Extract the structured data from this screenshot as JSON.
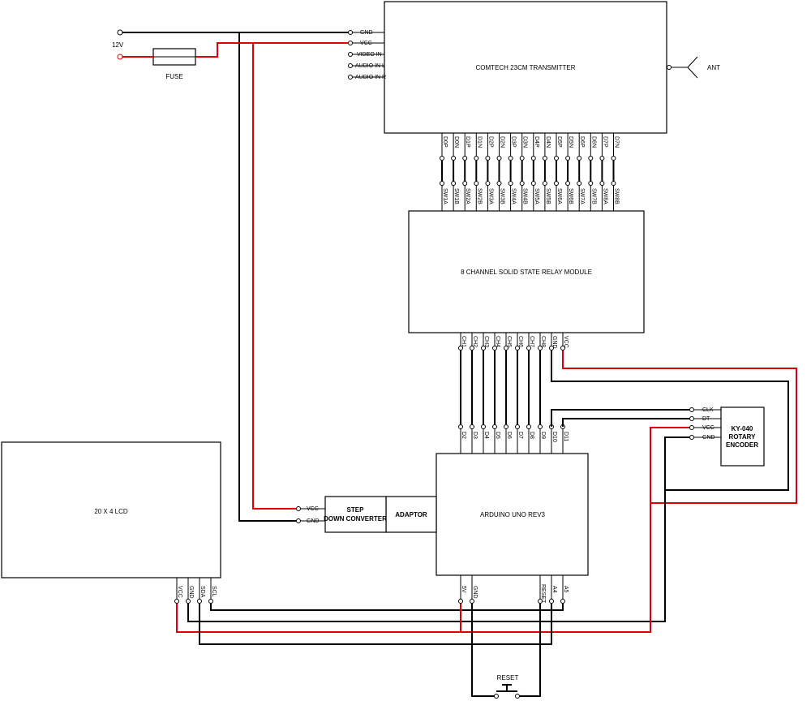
{
  "power": {
    "voltage": "12V",
    "fuse": "FUSE"
  },
  "transmitter": {
    "title": "COMTECH 23CM TRANSMITTER",
    "antenna": "ANT",
    "pins_left": [
      "GND",
      "VCC",
      "VIDEO IN",
      "AUDIO IN L",
      "AUDIO IN R"
    ],
    "pins_bottom": [
      "D0P",
      "D0N",
      "D1P",
      "D1N",
      "D2P",
      "D2N",
      "D3P",
      "D3N",
      "D4P",
      "D4N",
      "D5P",
      "D5N",
      "D6P",
      "D6N",
      "D7P",
      "D7N"
    ]
  },
  "relay": {
    "title": "8 CHANNEL SOLID STATE RELAY MODULE",
    "pins_top": [
      "SW1A",
      "SW1B",
      "SW2A",
      "SW2B",
      "SW3A",
      "SW3B",
      "SW4A",
      "SW4B",
      "SW5A",
      "SW5B",
      "SW6A",
      "SW6B",
      "SW7A",
      "SW7B",
      "SW8A",
      "SW8B"
    ],
    "pins_bottom": [
      "CH1",
      "CH2",
      "CH3",
      "CH4",
      "CH5",
      "CH6",
      "CH7",
      "CH8",
      "GND",
      "VCC"
    ]
  },
  "arduino": {
    "title": "ARDUINO UNO REV3",
    "pins_top": [
      "D2",
      "D3",
      "D4",
      "D5",
      "D6",
      "D7",
      "D8",
      "D9",
      "D10",
      "D11"
    ],
    "pins_bottom": [
      "5V",
      "GND",
      "RESET",
      "A4",
      "A5"
    ]
  },
  "adaptor": {
    "title": "ADAPTOR"
  },
  "converter": {
    "title_line1": "STEP",
    "title_line2": "DOWN CONVERTER",
    "pins": [
      "VCC",
      "GND"
    ]
  },
  "encoder": {
    "title_line1": "KY-040",
    "title_line2": "ROTARY",
    "title_line3": "ENCODER",
    "pins": [
      "CLK",
      "DT",
      "VCC",
      "GND"
    ]
  },
  "lcd": {
    "title": "20 X 4 LCD",
    "pins": [
      "VCC",
      "GND",
      "SDA",
      "SCL"
    ]
  },
  "reset": {
    "label": "RESET"
  }
}
